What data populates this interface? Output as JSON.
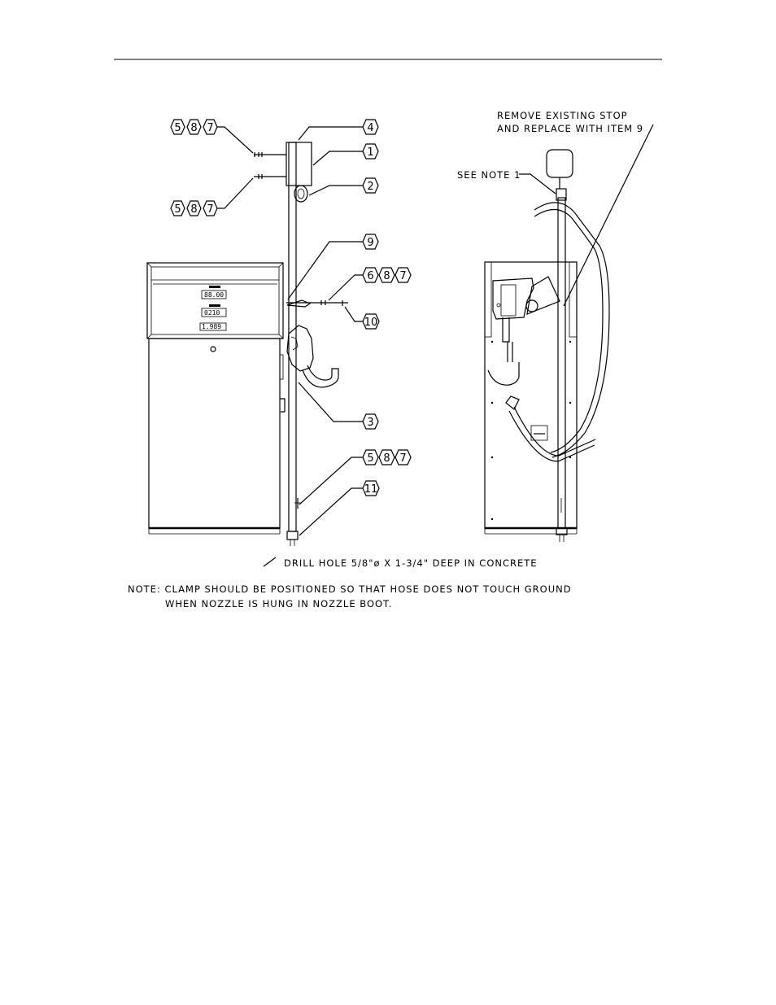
{
  "callouts": {
    "top_left": [
      "5",
      "8",
      "7"
    ],
    "mid_left": [
      "5",
      "8",
      "7"
    ],
    "item_4": "4",
    "item_1": "1",
    "item_2": "2",
    "item_9": "9",
    "item_687": [
      "6",
      "8",
      "7"
    ],
    "item_10": "10",
    "item_3": "3",
    "bottom_587": [
      "5",
      "8",
      "7"
    ],
    "item_11": "11"
  },
  "display": {
    "row1": "88.00",
    "row2": "0210",
    "row3": "1.989"
  },
  "labels": {
    "remove_line1": "REMOVE EXISTING STOP",
    "remove_line2": "AND REPLACE WITH ITEM 9",
    "see_note": "SEE NOTE 1",
    "drill": "DRILL HOLE 5/8\"ø X 1-3/4\" DEEP IN CONCRETE",
    "note_line1": "NOTE:  CLAMP SHOULD BE POSITIONED SO THAT HOSE DOES NOT TOUCH GROUND",
    "note_line2": "WHEN NOZZLE IS HUNG IN NOZZLE BOOT."
  }
}
